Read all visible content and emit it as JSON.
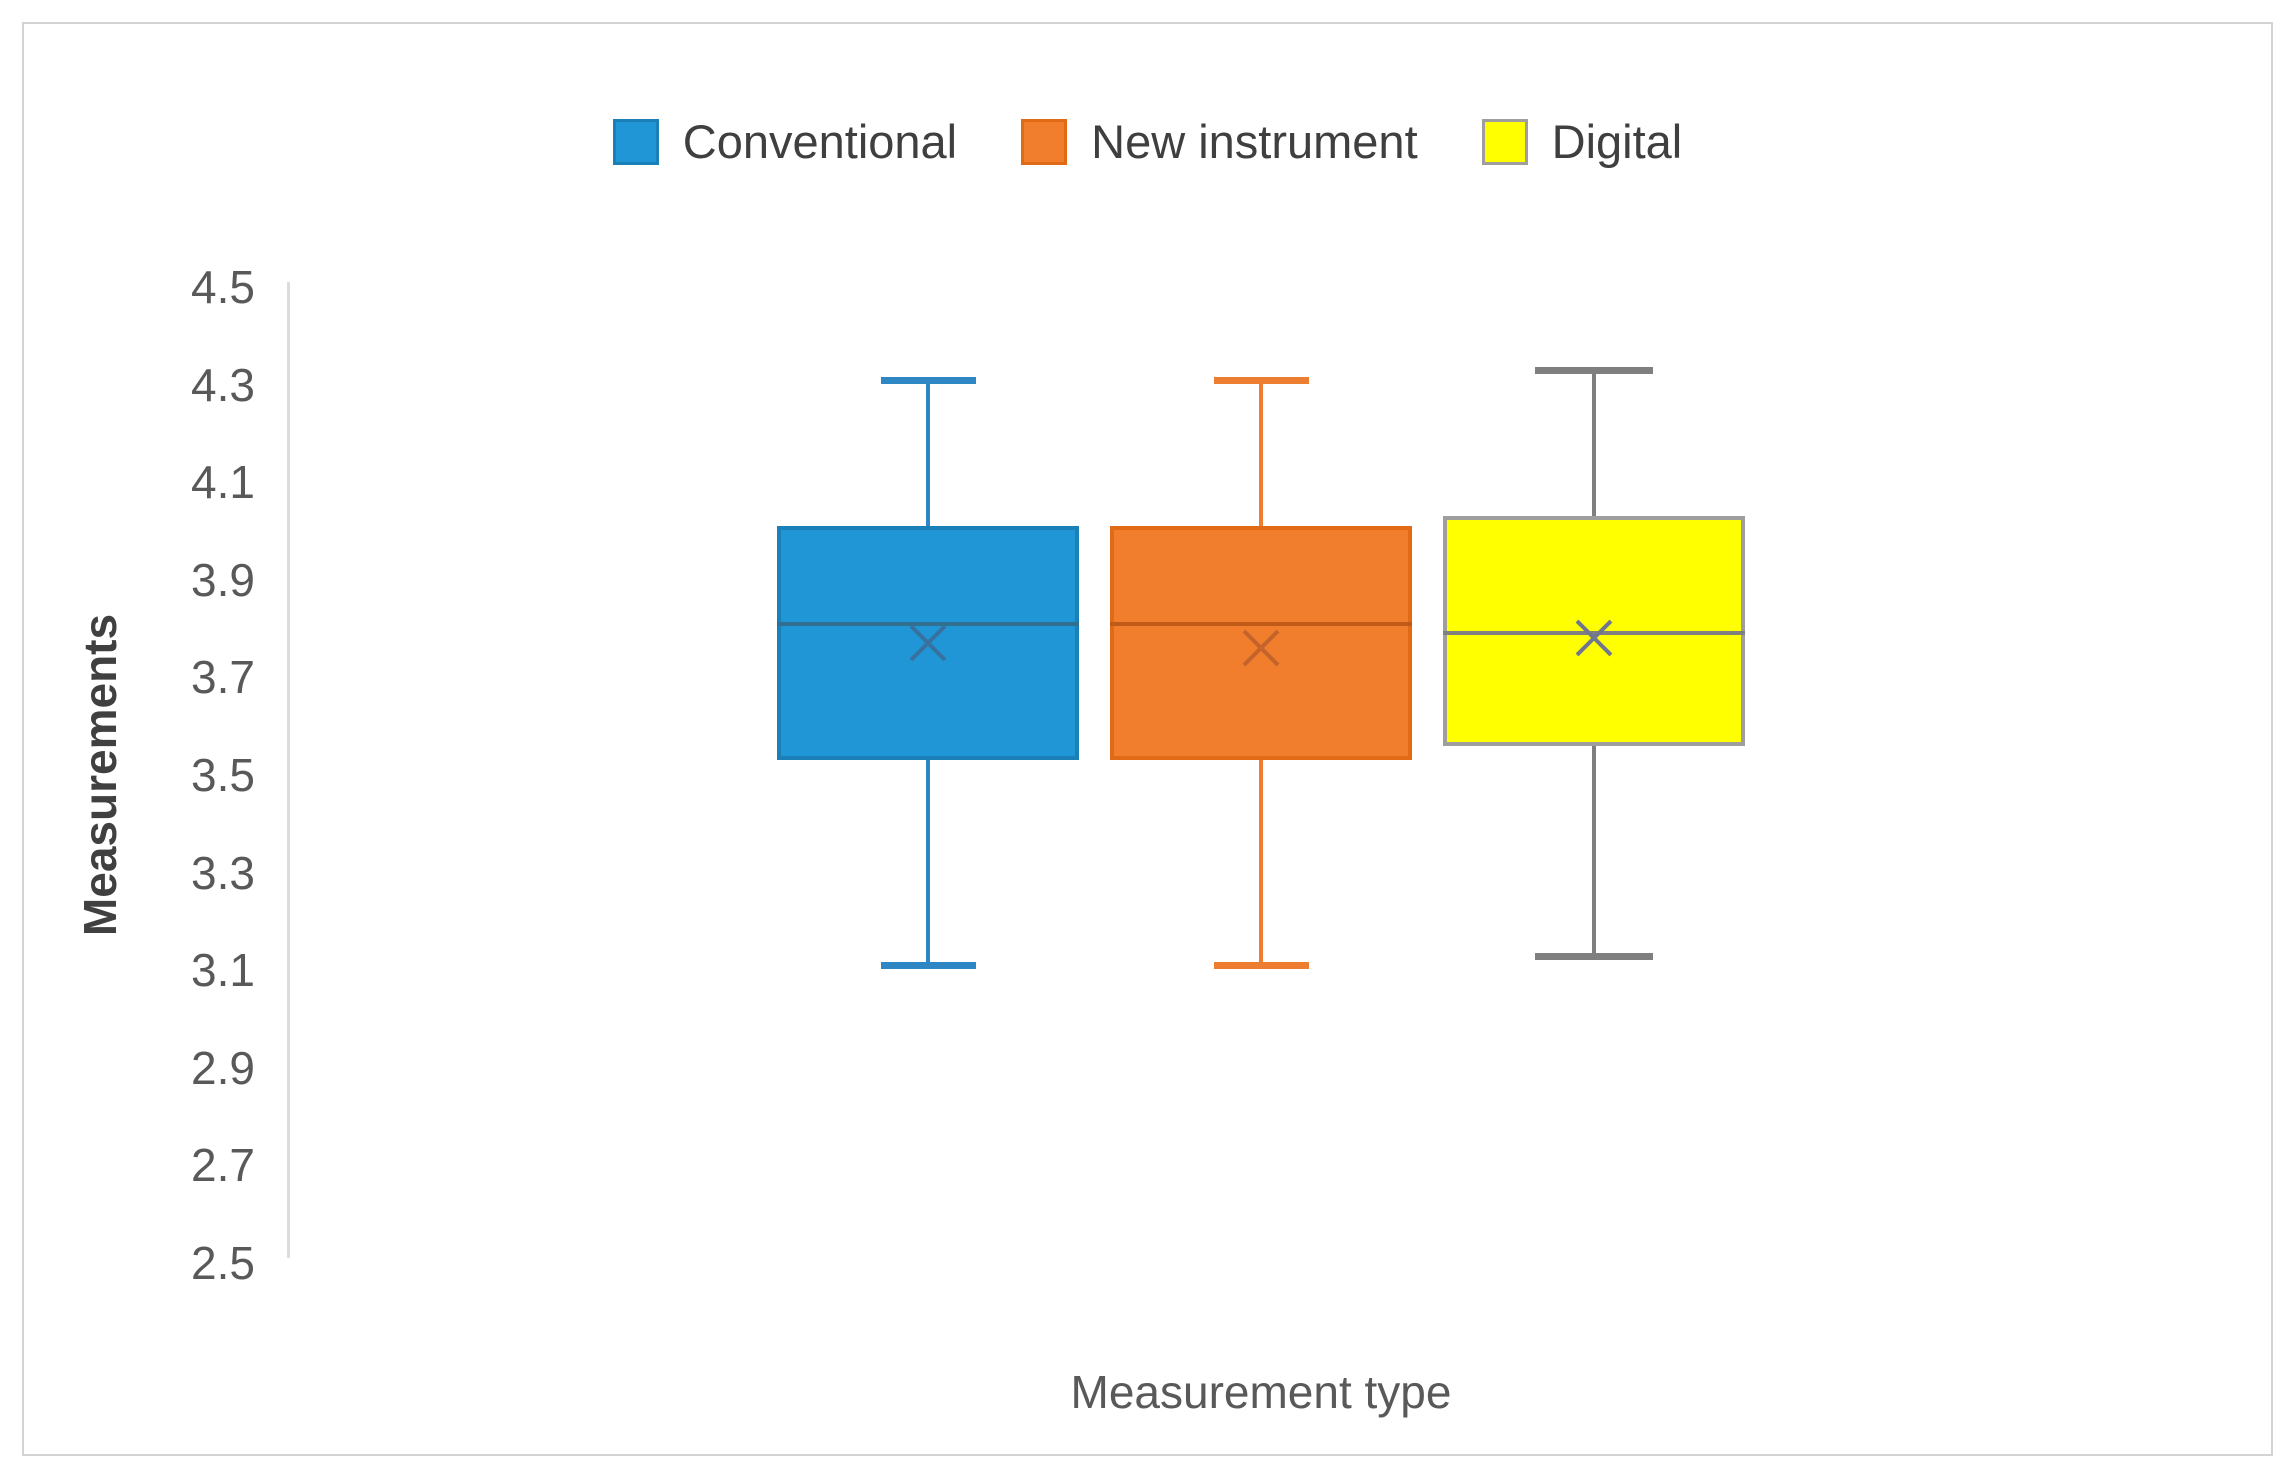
{
  "figure": {
    "background_color": "#ffffff",
    "border_color": "#d3d3d3"
  },
  "legend": {
    "position": "top-center",
    "items": [
      {
        "label": "Conventional",
        "swatch_color": "#2196d6",
        "swatch_border": "#1b7fb8"
      },
      {
        "label": "New instrument",
        "swatch_color": "#f07e2d",
        "swatch_border": "#e06a16"
      },
      {
        "label": "Digital",
        "swatch_color": "#ffff00",
        "swatch_border": "#9e9e9e"
      }
    ]
  },
  "axes": {
    "y_title": "Measurements",
    "x_title": "Measurement type",
    "y_tick_labels": [
      "4.5",
      "4.3",
      "4.1",
      "3.9",
      "3.7",
      "3.5",
      "3.3",
      "3.1",
      "2.9",
      "2.7",
      "2.5"
    ],
    "y_min": 2.5,
    "y_max": 4.5,
    "y_tick_step": 0.2,
    "tick_color": "#595959",
    "axis_line_color": "#dcdcdc"
  },
  "chart_data": {
    "type": "boxplot",
    "title": "",
    "xlabel": "Measurement type",
    "ylabel": "Measurements",
    "ylim": [
      2.5,
      4.5
    ],
    "grid": false,
    "legend_position": "top",
    "categories": [
      "Conventional",
      "New instrument",
      "Digital"
    ],
    "series": [
      {
        "name": "Conventional",
        "whisker_low": 3.11,
        "q1": 3.53,
        "median": 3.81,
        "mean": 3.77,
        "q3": 4.01,
        "whisker_high": 4.31,
        "fill": "#2196d6",
        "border": "#1b7fb8",
        "whisker_color": "#2e86c4",
        "median_color": "#31708f",
        "mean_color": "#39719e",
        "cap_width": 95
      },
      {
        "name": "New instrument",
        "whisker_low": 3.11,
        "q1": 3.53,
        "median": 3.81,
        "mean": 3.76,
        "q3": 4.01,
        "whisker_high": 4.31,
        "fill": "#f07e2d",
        "border": "#e06a16",
        "whisker_color": "#ed7d31",
        "median_color": "#bf5b16",
        "mean_color": "#c4632a",
        "cap_width": 95
      },
      {
        "name": "Digital",
        "whisker_low": 3.13,
        "q1": 3.56,
        "median": 3.79,
        "mean": 3.78,
        "q3": 4.03,
        "whisker_high": 4.33,
        "fill": "#ffff00",
        "border": "#9e9e9e",
        "whisker_color": "#7f7f7f",
        "median_color": "#808080",
        "mean_color": "#70778f",
        "cap_width": 118
      }
    ]
  }
}
